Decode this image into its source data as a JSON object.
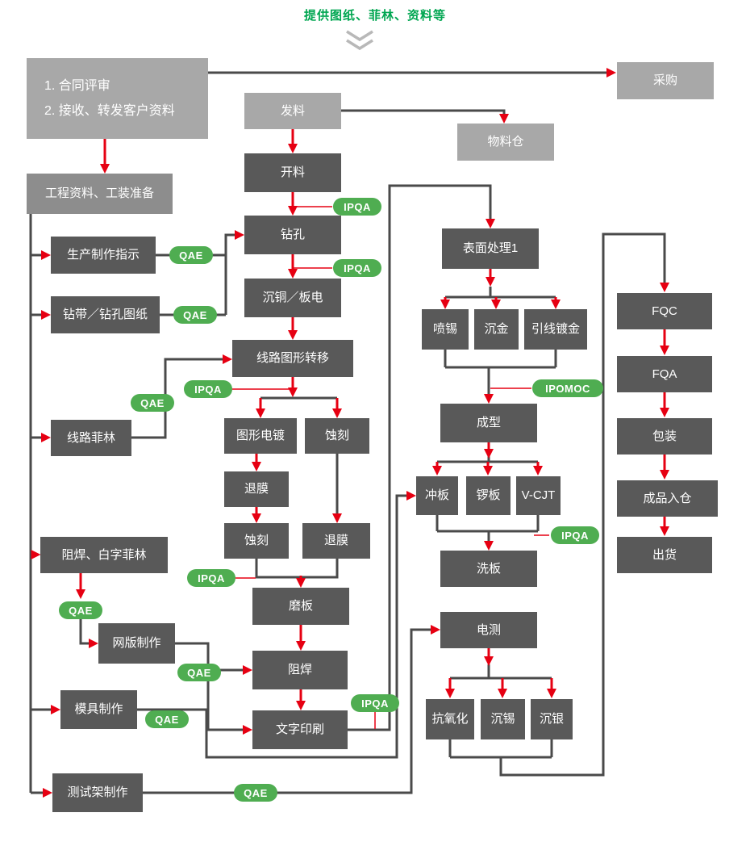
{
  "header": {
    "title": "提供图纸、菲林、资料等"
  },
  "nodes": {
    "contract_review_1": "1. 合同评审",
    "contract_review_2": "2. 接收、转发客户资料",
    "purchase": "采购",
    "issue_material": "发料",
    "material_warehouse": "物料仓",
    "engineering_prep": "工程资料、工装准备",
    "cutting": "开料",
    "production_instruction": "生产制作指示",
    "drilling": "钻孔",
    "drill_tape": "钻带／钻孔图纸",
    "copper_deposition": "沉铜／板电",
    "pattern_transfer": "线路图形转移",
    "circuit_film": "线路菲林",
    "pattern_plating": "图形电镀",
    "etching_1": "蚀刻",
    "film_strip_1": "退膜",
    "etching_2": "蚀刻",
    "film_strip_2": "退膜",
    "soldermask_film": "阻焊、白字菲林",
    "board_grinding": "磨板",
    "screen_making": "网版制作",
    "soldermask": "阻焊",
    "mold_making": "模具制作",
    "legend_printing": "文字印刷",
    "test_fixture": "测试架制作",
    "surface_treatment_1": "表面处理1",
    "hasl": "喷锡",
    "immersion_gold": "沉金",
    "lead_gold_plating": "引线镀金",
    "forming": "成型",
    "punching": "冲板",
    "routing": "锣板",
    "v_cut": "V-CJT",
    "board_washing": "洗板",
    "electrical_test": "电测",
    "anti_oxidation": "抗氧化",
    "immersion_tin": "沉锡",
    "immersion_silver": "沉银",
    "fqc": "FQC",
    "fqa": "FQA",
    "packaging": "包装",
    "finished_warehouse": "成品入仓",
    "shipping": "出货"
  },
  "badges": {
    "qae": "QAE",
    "ipqa": "IPQA",
    "ipomoc": "IPOMOC"
  },
  "colors": {
    "light_box": "#a8a8a8",
    "medium_box": "#8d8d8d",
    "dark_box": "#595959",
    "badge_green": "#4fad51",
    "title_green": "#00a651",
    "arrow_red": "#e60012",
    "line_gray": "#4a4a4a"
  }
}
